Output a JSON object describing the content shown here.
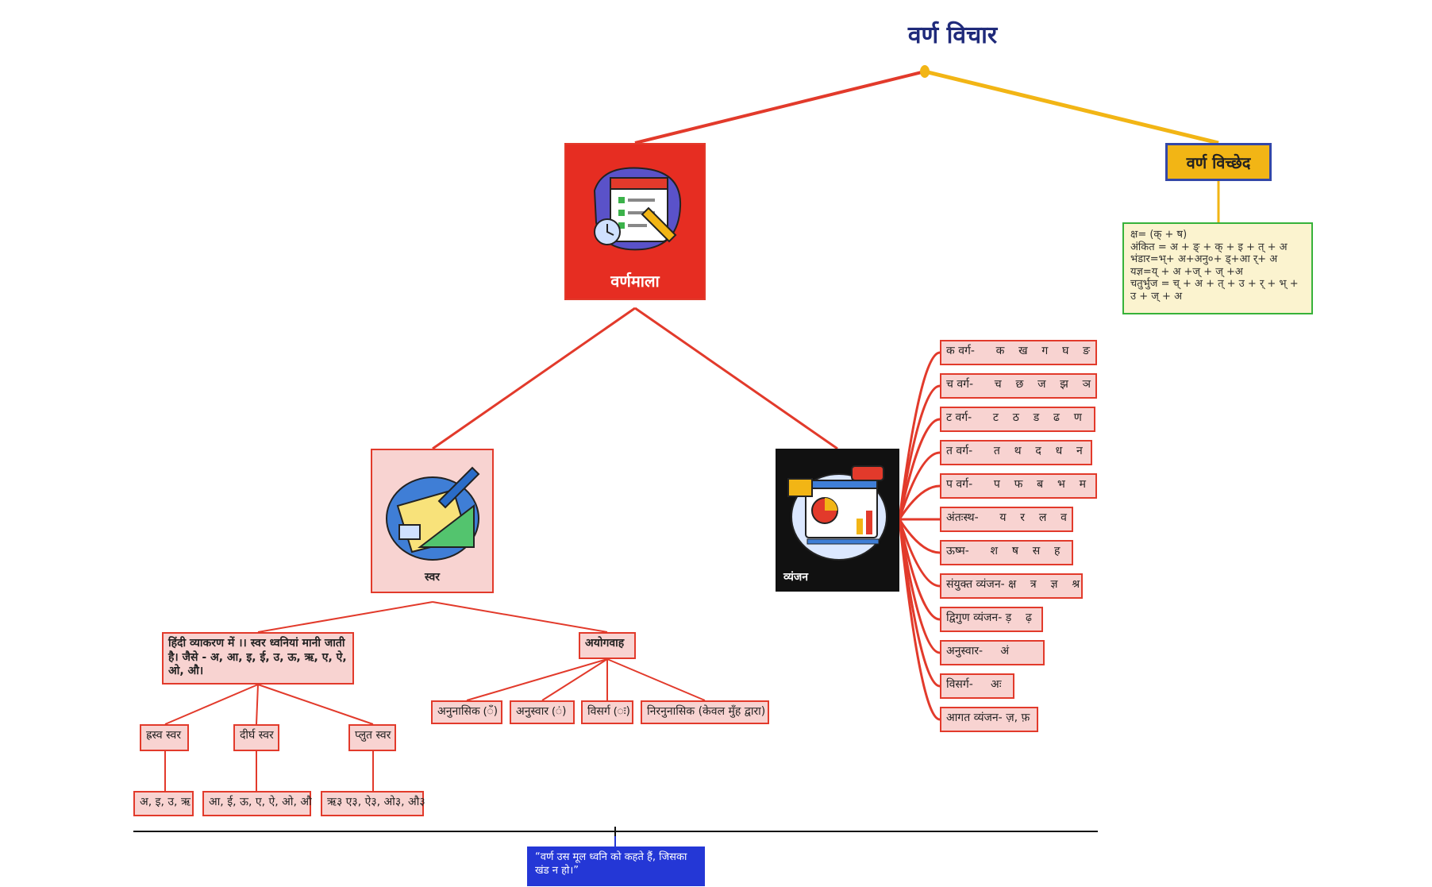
{
  "title": "वर्ण विचार",
  "root_children": {
    "varnamala": {
      "label": "वर्णमाला"
    },
    "varn_vichchhed": {
      "label": "वर्ण विच्छेद",
      "lines": [
        "क्ष= (क् + ष)",
        "अंकित = अ + ङ् + क् + इ + त् + अ",
        "भंडार=भ्+ अ+अनु०+ ड्+आ र्+ अ",
        "यज्ञ=य् + अ +ज् + ज् +अ",
        "चतुर्भुज = च् + अ + त् + उ + र् + भ् + उ + ज् + अ"
      ]
    }
  },
  "svar": {
    "label": "स्वर",
    "definition": "हिंदी व्याकरण में ।। स्वर ध्वनियां मानी जाती है। जैसे - अ, आ, इ, ई, उ, ऊ, ऋ, ए, ऐ, ओ, औ।",
    "types": [
      {
        "label": "ह्रस्व स्वर",
        "examples": "अ, इ, उ, ऋ"
      },
      {
        "label": "दीर्घ स्वर",
        "examples": "आ, ई, ऊ, ए, ऐ, ओ, औ"
      },
      {
        "label": "प्लुत स्वर",
        "examples": "ऋ३ ए३, ऐ३, ओ३, औ३"
      }
    ],
    "ayogvah": {
      "label": "अयोगवाह",
      "items": [
        "अनुनासिक (ँ)",
        "अनुस्वार (ं)",
        "विसर्ग (ः)",
        "निरनुनासिक (केवल मुँह द्वारा)"
      ]
    }
  },
  "vyanjan": {
    "label": "व्यंजन",
    "rows": [
      "क वर्ग-      क    ख    ग    घ    ङ",
      "च वर्ग-      च    छ    ज    झ    ञ",
      "ट वर्ग-      ट    ठ    ड    ढ    ण",
      "त वर्ग-      त    थ    द    ध    न",
      "प वर्ग-      प    फ    ब    भ    म",
      "अंतःस्थ-      य    र    ल    व",
      "ऊष्म-      श    ष    स    ह",
      "संयुक्त व्यंजन- क्ष    त्र    ज्ञ    श्र",
      "द्विगुण व्यंजन- ड़    ढ़",
      "अनुस्वार-     अं",
      "विसर्ग-     अः",
      "आगत व्यंजन- ज़, फ़"
    ]
  },
  "quote": "“वर्ण उस मूल ध्वनि को कहते हैं, जिसका खंड न हो।”",
  "colors": {
    "red": "#e23a2b",
    "pink": "#f8d3d1",
    "yellow": "#f2b515",
    "navy": "#1f2a7a",
    "green": "#37b23a",
    "blue": "#2437d6"
  }
}
